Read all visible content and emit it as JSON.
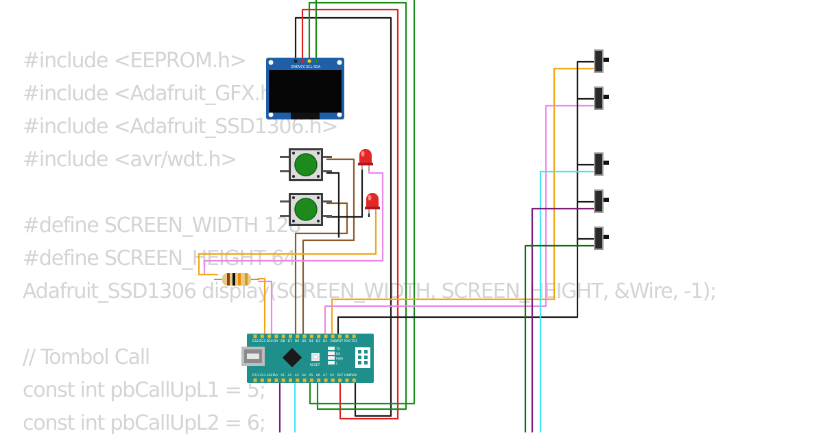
{
  "code_lines": [
    "#include <EEPROM.h>",
    "#include <Adafruit_GFX.h>",
    "#include <Adafruit_SSD1306.h>",
    "#include <avr/wdt.h>",
    "",
    "#define SCREEN_WIDTH 128",
    "#define SCREEN_HEIGHT 64",
    "Adafruit_SSD1306 display(SCREEN_WIDTH, SCREEN_HEIGHT, &Wire, -1);",
    "",
    "// Tombol Call",
    "const int pbCallUpL1 = 5;",
    "const int pbCallUpL2 = 6;"
  ],
  "oled": {
    "pins": [
      "GND",
      "VCC",
      "SCL",
      "SDA"
    ]
  },
  "nano": {
    "top_pins": [
      "D12",
      "D11",
      "D10",
      "D9",
      "D8",
      "D7",
      "D6",
      "D5",
      "D4",
      "D3",
      "D2",
      "GND",
      "RST",
      "RX0",
      "TX1"
    ],
    "bottom_pins": [
      "D13",
      "3V3",
      "AREF",
      "A0",
      "A1",
      "A2",
      "A3",
      "A4",
      "A5",
      "A6",
      "A7",
      "5V",
      "RST",
      "GND",
      "VIN"
    ],
    "chip_labels": [
      "TX",
      "RX",
      "PWR",
      "L"
    ],
    "reset_label": "RESET"
  },
  "colors": {
    "wire_black": "#1a1a1a",
    "wire_red": "#e02020",
    "wire_green": "#1a8a1a",
    "wire_dkgreen": "#0c6e0c",
    "wire_orange": "#f0a818",
    "wire_pink": "#e88ae8",
    "wire_cyan": "#40e8f0",
    "wire_purple": "#7a1e7a",
    "wire_brown": "#8b5a2b",
    "board_teal": "#1e8f8a",
    "oled_blue": "#1f5fa8",
    "button_green": "#1c8a1c",
    "led_red": "#e02828"
  }
}
